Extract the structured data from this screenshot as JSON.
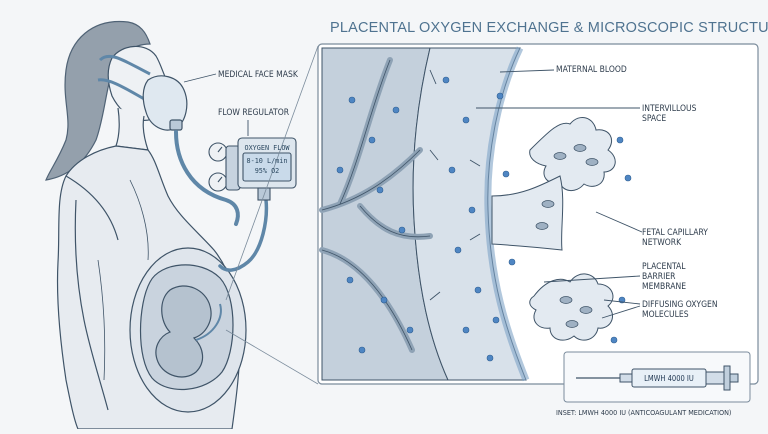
{
  "title": "PLACENTAL OXYGEN EXCHANGE & MICROSCOPIC STRUCTURE",
  "labels": {
    "mask": "MEDICAL FACE MASK",
    "regulator": "FLOW REGULATOR",
    "maternal_blood": "MATERNAL BLOOD",
    "intervillous": "INTERVILLOUS\nSPACE",
    "fetal_capillary": "FETAL CAPILLARY\nNETWORK",
    "barrier": "PLACENTAL\nBARRIER\nMEMBRANE",
    "oxygen": "DIFFUSING OXYGEN\nMOLECULES"
  },
  "flow_display": {
    "line1": "OXYGEN FLOW",
    "line2": "8-10 L/min",
    "line3": "95% O2"
  },
  "syringe": {
    "label": "LMWH 4000 IU"
  },
  "inset_caption": "INSET: LMWH 4000 IU (ANTICOAGULANT MEDICATION)",
  "colors": {
    "line": "#3f5468",
    "skin": "#eef1f4",
    "hair": "#8a97a4",
    "tube": "#5f87a8",
    "oxygen": "#4f86c3",
    "tissue": "#aebdcc",
    "tissue_dark": "#8ea2b5",
    "panel_border": "#7b8c9c"
  }
}
